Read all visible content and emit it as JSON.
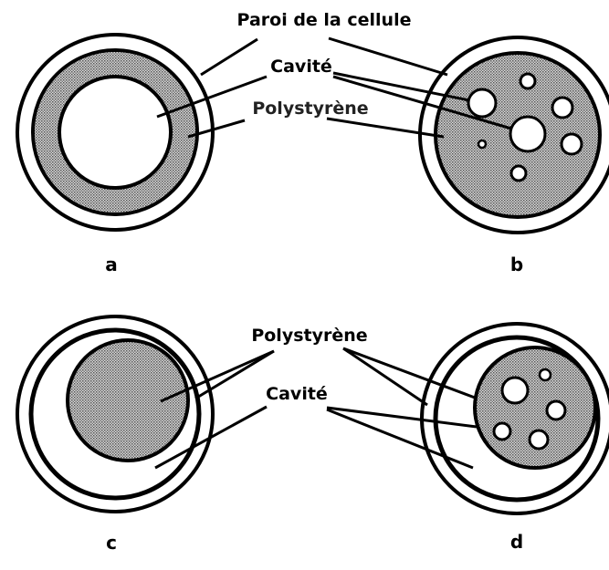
{
  "labels": {
    "wall": "Paroi de la cellule",
    "cavity_top": "Cavité",
    "polystyrene_top": "Polystyrène",
    "polystyrene_bottom": "Polystyrène",
    "cavity_bottom": "Cavité"
  },
  "panels": [
    "a",
    "b",
    "c",
    "d"
  ],
  "colors": {
    "line": "#000000",
    "fill_pattern": "#7a7a7a",
    "background": "#ffffff"
  }
}
